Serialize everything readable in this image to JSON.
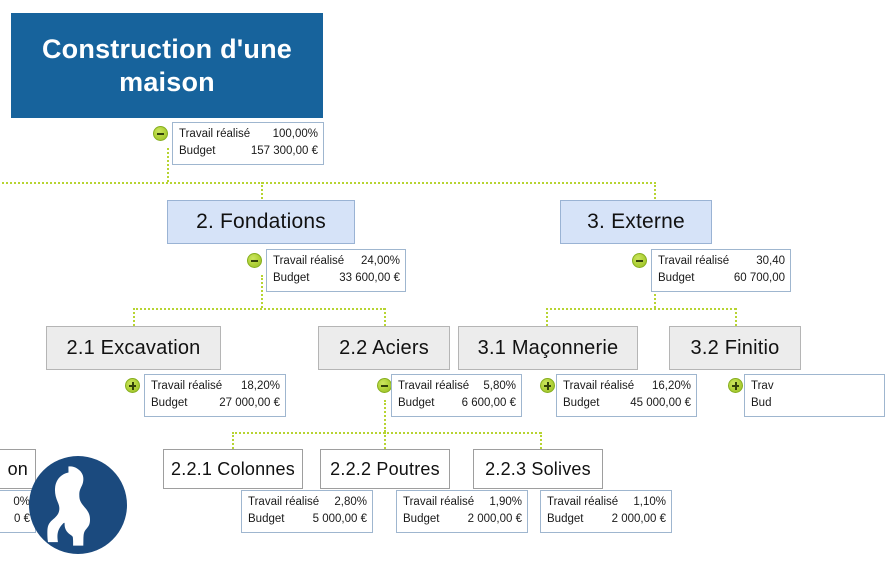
{
  "meta": {
    "labels": {
      "work_done": "Travail réalisé",
      "budget": "Budget"
    },
    "colors": {
      "root_fill": "#17639c",
      "level2_fill": "#d6e3f8",
      "level3_fill": "#ececec",
      "level4_fill": "#ffffff",
      "connector": "#b7d432",
      "knob": "#b2d33b",
      "logo": "#1b4a7e"
    }
  },
  "nodes": {
    "root": {
      "label": "Construction d'une maison",
      "line1": "Construction d'une",
      "line2": "maison",
      "work_done": "100,00%",
      "budget": "157 300,00 €",
      "knob": "minus"
    },
    "fondations": {
      "label": "2.  Fondations",
      "work_done": "24,00%",
      "budget": "33 600,00 €",
      "knob": "minus"
    },
    "externe": {
      "label": "3.  Externe",
      "work_done": "30,40",
      "budget": "60 700,00",
      "knob": "minus"
    },
    "excavation": {
      "label": "2.1  Excavation",
      "work_done": "18,20%",
      "budget": "27 000,00 €",
      "knob": "plus"
    },
    "aciers": {
      "label": "2.2  Aciers",
      "work_done": "5,80%",
      "budget": "6 600,00 €",
      "knob": "minus"
    },
    "maconnerie": {
      "label": "3.1  Maçonnerie",
      "work_done": "16,20%",
      "budget": "45 000,00 €",
      "knob": "plus"
    },
    "finitions": {
      "label": "3.2  Finitio",
      "work_done": "Trav",
      "budget": "Bud",
      "knob": "plus"
    },
    "colonnes": {
      "label": "2.2.1  Colonnes",
      "work_done": "2,80%",
      "budget": "5 000,00 €"
    },
    "poutres": {
      "label": "2.2.2  Poutres",
      "work_done": "1,90%",
      "budget": "2 000,00 €"
    },
    "solives": {
      "label": "2.2.3  Solives",
      "work_done": "1,10%",
      "budget": "2 000,00 €"
    },
    "clipped_left": {
      "label": "on",
      "work_done": "0%",
      "budget": "0 €"
    }
  }
}
